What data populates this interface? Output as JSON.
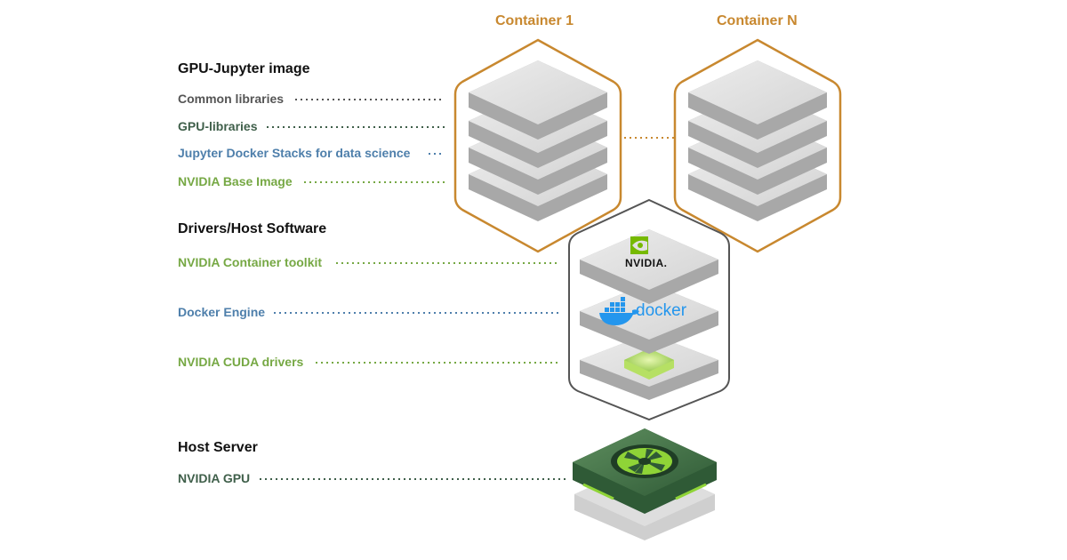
{
  "container_titles": {
    "first": "Container 1",
    "last": "Container N"
  },
  "sections": {
    "gpu_jupyter": {
      "heading": "GPU-Jupyter image",
      "layers": [
        {
          "label": "Common libraries",
          "color": "#555555"
        },
        {
          "label": "GPU-libraries",
          "color": "#3f5f4a"
        },
        {
          "label": "Jupyter Docker Stacks for data science",
          "color": "#4e7fab"
        },
        {
          "label": "NVIDIA Base Image",
          "color": "#76a844"
        }
      ]
    },
    "drivers": {
      "heading": "Drivers/Host Software",
      "layers": [
        {
          "label": "NVIDIA Container toolkit",
          "color": "#76a844"
        },
        {
          "label": "Docker Engine",
          "color": "#4e7fab"
        },
        {
          "label": "NVIDIA CUDA drivers",
          "color": "#76a844"
        }
      ]
    },
    "host": {
      "heading": "Host Server",
      "layers": [
        {
          "label": "NVIDIA GPU",
          "color": "#3f5f4a"
        }
      ]
    }
  },
  "logos": {
    "nvidia": "NVIDIA.",
    "docker": "docker"
  },
  "icons": {
    "gpu_fan": "fan-icon",
    "docker_whale": "whale-icon",
    "nvidia_eye": "nvidia-eye-icon"
  },
  "colors": {
    "container_outline": "#c8882f",
    "host_outline": "#555555",
    "block_top": "#e2e2e2",
    "block_side": "#a9a9a9",
    "gpu_body": "#3d6d45",
    "gpu_accent": "#8fd437",
    "nvidia_green": "#76b900",
    "docker_blue": "#2496ed"
  }
}
